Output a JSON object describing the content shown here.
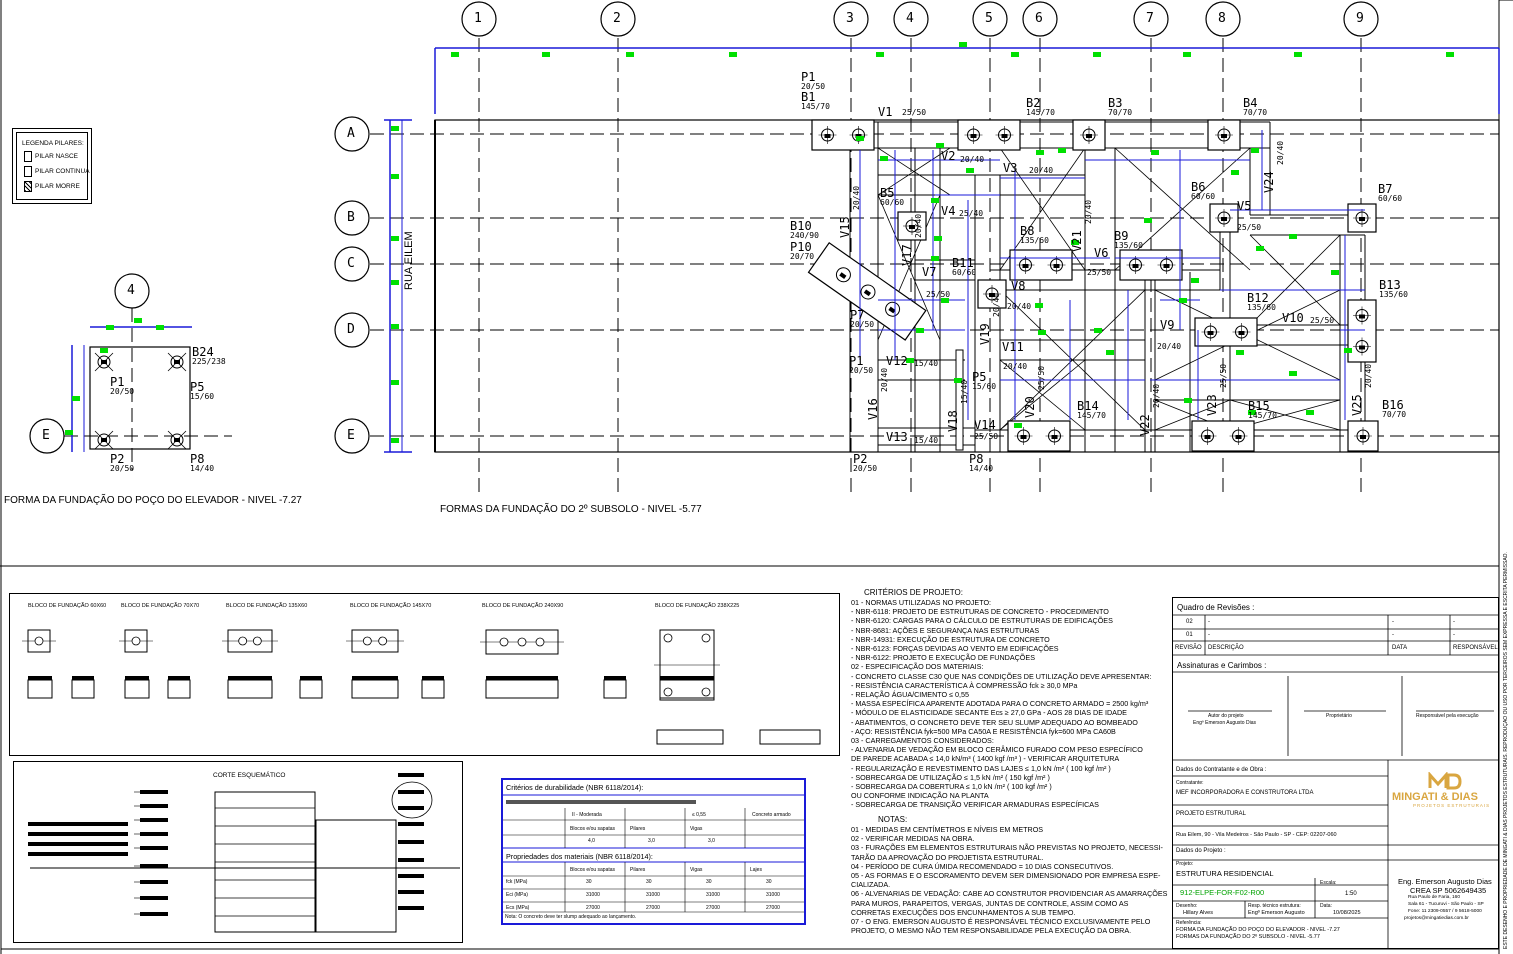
{
  "axes_columns": [
    "1",
    "2",
    "3",
    "4",
    "5",
    "6",
    "7",
    "8",
    "9"
  ],
  "axes_rows": [
    "A",
    "B",
    "C",
    "D",
    "E"
  ],
  "street_label": "RUA EILEM",
  "elevator": {
    "axis_col": "4",
    "axis_row": "E",
    "title": "FORMA DA FUNDAÇÃO DO POÇO DO ELEVADOR - NIVEL -7.27",
    "labels": [
      {
        "name": "B24",
        "size": "225/238"
      },
      {
        "name": "P1",
        "size": "20/50"
      },
      {
        "name": "P5",
        "size": "15/60"
      },
      {
        "name": "P2",
        "size": "20/50"
      },
      {
        "name": "P8",
        "size": "14/40"
      }
    ]
  },
  "legend": {
    "title": "LEGENDA PILARES:",
    "items": [
      "PILAR NASCE",
      "PILAR CONTINUA",
      "PILAR MORRE"
    ]
  },
  "main_plan": {
    "title": "FORMAS DA FUNDAÇÃO DO 2º SUBSOLO - NIVEL -5.77",
    "blocks": [
      {
        "name": "P1",
        "size": "20/50"
      },
      {
        "name": "B1",
        "size": "145/70"
      },
      {
        "name": "B2",
        "size": "145/70"
      },
      {
        "name": "B3",
        "size": "70/70"
      },
      {
        "name": "B4",
        "size": "70/70"
      },
      {
        "name": "B5",
        "size": "60/60"
      },
      {
        "name": "B6",
        "size": "60/60"
      },
      {
        "name": "B7",
        "size": "60/60"
      },
      {
        "name": "B8",
        "size": "135/60"
      },
      {
        "name": "B9",
        "size": "135/60"
      },
      {
        "name": "B10",
        "size": "240/90"
      },
      {
        "name": "P10",
        "size": "20/70"
      },
      {
        "name": "B11",
        "size": "60/60"
      },
      {
        "name": "B12",
        "size": "135/60"
      },
      {
        "name": "B13",
        "size": "135/60"
      },
      {
        "name": "P7",
        "size": "20/50"
      },
      {
        "name": "P1",
        "size": "20/50"
      },
      {
        "name": "P5",
        "size": "15/60"
      },
      {
        "name": "B14",
        "size": "145/70"
      },
      {
        "name": "B15",
        "size": "145/70"
      },
      {
        "name": "B16",
        "size": "70/70"
      },
      {
        "name": "P2",
        "size": "20/50"
      },
      {
        "name": "P8",
        "size": "14/40"
      }
    ],
    "beams": [
      {
        "name": "V1",
        "size": "25/50"
      },
      {
        "name": "V2",
        "size": "20/40"
      },
      {
        "name": "V3",
        "size": "20/40"
      },
      {
        "name": "V4",
        "size": "25/40"
      },
      {
        "name": "V5",
        "size": "25/50"
      },
      {
        "name": "V6",
        "size": "25/50"
      },
      {
        "name": "V7",
        "size": "25/50"
      },
      {
        "name": "V8",
        "size": "20/40"
      },
      {
        "name": "V9",
        "size": "20/40"
      },
      {
        "name": "V10",
        "size": "25/50"
      },
      {
        "name": "V11",
        "size": "20/40"
      },
      {
        "name": "V12",
        "size": "15/40"
      },
      {
        "name": "V13",
        "size": "15/40"
      },
      {
        "name": "V14",
        "size": "25/50"
      },
      {
        "name": "V15",
        "size": "20/40"
      },
      {
        "name": "V16",
        "size": "20/40"
      },
      {
        "name": "V17",
        "size": "20/40"
      },
      {
        "name": "V18",
        "size": "15/40"
      },
      {
        "name": "V19",
        "size": "20/40"
      },
      {
        "name": "V20",
        "size": "25/50"
      },
      {
        "name": "V21",
        "size": "20/40"
      },
      {
        "name": "V22",
        "size": "20/40"
      },
      {
        "name": "V23",
        "size": "25/50"
      },
      {
        "name": "V24",
        "size": "20/40"
      },
      {
        "name": "V25",
        "size": "20/40"
      }
    ]
  },
  "block_details": [
    "BLOCO DE FUNDAÇÃO 60X60",
    "BLOCO DE FUNDAÇÃO 70X70",
    "BLOCO DE FUNDAÇÃO 135X60",
    "BLOCO DE FUNDAÇÃO 145X70",
    "BLOCO DE FUNDAÇÃO 240X90",
    "BLOCO DE FUNDAÇÃO 238X225"
  ],
  "schematic_title": "CORTE ESQUEMÁTICO",
  "durability": {
    "title": "Critérios de durabilidade (NBR 6118/2014):",
    "class_row": [
      "II - Moderada",
      "",
      "≤ 0,55",
      "Concreto armado"
    ],
    "head1": [
      "Blocos e/ou sapatas",
      "Pilares",
      "Vigas",
      ""
    ],
    "row1": [
      "4,0",
      "3,0",
      "3,0",
      ""
    ],
    "mat_title": "Propriedades dos materiais (NBR 6118/2014):",
    "head2": [
      "Blocos e/ou sapatas",
      "Pilares",
      "Vigas",
      "Lajes"
    ],
    "rows": [
      [
        "fck (MPa)",
        "30",
        "30",
        "30",
        "30"
      ],
      [
        "Eci (MPa)",
        "31000",
        "31000",
        "31000",
        "31000"
      ],
      [
        "Ecs (MPa)",
        "27000",
        "27000",
        "27000",
        "27000"
      ]
    ],
    "note": "Nota: O concreto deve ter slump adequado ao lançamento."
  },
  "criteria": {
    "title": "CRITÉRIOS DE PROJETO:",
    "lines": [
      "01 - NORMAS UTILIZADAS NO PROJETO:",
      "   - NBR-6118: PROJETO DE ESTRUTURAS DE CONCRETO - PROCEDIMENTO",
      "   - NBR-6120: CARGAS PARA O CÁLCULO DE ESTRUTURAS DE EDIFICAÇÕES",
      "   - NBR-8681: AÇÕES E SEGURANÇA NAS ESTRUTURAS",
      "   - NBR-14931: EXECUÇÃO DE ESTRUTURA DE CONCRETO",
      "   - NBR-6123: FORÇAS DEVIDAS AO VENTO EM EDIFICAÇÕES",
      "   - NBR-6122: PROJETO E EXECUÇÃO DE FUNDAÇÕES",
      "02 - ESPECIFICAÇÃO DOS MATERIAIS:",
      "   - CONCRETO CLASSE C30 QUE NAS CONDIÇÕES DE UTILIZAÇÃO DEVE APRESENTAR:",
      "   - RESISTÊNCIA CARACTERÍSTICA À COMPRESSÃO fck ≥ 30,0 MPa",
      "   - RELAÇÃO ÁGUA/CIMENTO ≤ 0,55",
      "   - MASSA ESPECÍFICA APARENTE ADOTADA PARA O CONCRETO ARMADO = 2500 kg/m³",
      "   - MÓDULO DE ELASTICIDADE SECANTE  Ecs ≥ 27,0 GPa - AOS 28 DIAS DE IDADE",
      "   - ABATIMENTOS, O CONCRETO DEVE TER SEU SLUMP ADEQUADO AO  BOMBEADO",
      "   - AÇO: RESISTÊNCIA fyk=500 MPa CA50A E RESISTÊNCIA fyk=600 MPa CA60B",
      "03 - CARREGAMENTOS CONSIDERADOS:",
      "   - ALVENARIA DE VEDAÇÃO EM BLOCO CERÂMICO FURADO COM PESO ESPECÍFICO",
      "     DE PAREDE ACABADA  ≤ 14,0 kN/m³  ( 1400 kgf /m³ ) - VERIFICAR ARQUITETURA",
      "   - REGULARIZAÇÃO E REVESTIMENTO DAS LAJES  ≤  1,0 kN /m²  ( 100 kgf /m² )",
      "   - SOBRECARGA DE UTILIZAÇÃO  ≤  1,5 kN /m²  ( 150 kgf /m² )",
      "   - SOBRECARGA DA COBERTURA  ≤  1,0 kN /m²  ( 100 kgf /m² )",
      "     OU CONFORME INDICAÇÃO NA PLANTA",
      "   - SOBRECARGA DE TRANSIÇÃO VERIFICAR ARMADURAS ESPECÍFICAS"
    ],
    "notes_title": "NOTAS:",
    "notes": [
      "01 - MEDIDAS EM CENTÍMETROS E NÍVEIS EM METROS",
      "02 - VERIFICAR MEDIDAS NA OBRA.",
      "03 - FURAÇÕES EM ELEMENTOS ESTRUTURAIS NÃO PREVISTAS NO PROJETO, NECESSI-",
      "       TARÃO DA APROVAÇÃO DO PROJETISTA ESTRUTURAL.",
      "04 - PERÍODO DE CURA ÚMIDA RECOMENDADO = 10 DIAS CONSECUTIVOS.",
      "05 - AS FORMAS E O ESCORAMENTO DEVEM SER DIMENSIONADO POR EMPRESA ESPE-",
      "       CIALIZADA.",
      "06 - ALVENARIAS DE VEDAÇÃO: CABE AO CONSTRUTOR PROVIDENCIAR AS AMARRAÇÕES",
      "       PARA MUROS, PARAPEITOS, VERGAS, JUNTAS DE CONTROLE, ASSIM COMO AS",
      "       CORRETAS EXECUÇÕES DOS ENCUNHAMENTOS A SUB TEMPO.",
      "07 - O ENG. EMERSON AUGUSTO É RESPONSÁVEL TÉCNICO EXCLUSIVAMENTE PELO",
      "       PROJETO, O MESMO NÃO TEM RESPONSABILIDADE PELA EXECUÇÃO DA OBRA."
    ]
  },
  "titleblock": {
    "revisions_title": "Quadro de Revisões :",
    "rev_rows": [
      [
        "02",
        "-",
        "-",
        "-"
      ],
      [
        "01",
        "-",
        "-",
        "-"
      ]
    ],
    "rev_head": [
      "REVISÃO",
      "DESCRIÇÃO",
      "DATA",
      "RESPONSÁVEL"
    ],
    "stamps_title": "Assinaturas e Carimbos :",
    "sign1": "Autor do projeto",
    "sign1b": "Engº Emerson Augusto Dias",
    "sign2": "Proprietário",
    "sign3": "Responsável pela execução",
    "owner_title": "Dados do Contratante e de Obra :",
    "contractor_label": "Contratante:",
    "contractor": "MEF INCORPORADORA E CONSTRUTORA LTDA",
    "project_type": "PROJETO ESTRUTURAL",
    "address": "Rua Eilem, 90 - Vila Medeiros - São Paulo - SP - CEP: 02207-060",
    "project_data_title": "Dados do Projeto :",
    "project_label": "Projeto:",
    "project": "ESTRUTURA RESIDENCIAL",
    "code": "912-ELPE-FOR-F02-R00",
    "scale_label": "Escala:",
    "scale": "1:50",
    "drawn_label": "Desenho:",
    "drawn": "Hillary Alves",
    "resp_label": "Resp. técnico estrutura:",
    "resp": "Engº Emerson Augusto",
    "date_label": "Data:",
    "date": "10/08/2025",
    "ref_label": "Referência:",
    "ref1": "FORMA DA FUNDAÇÃO DO POÇO DO ELEVADOR - NIVEL -7.27",
    "ref2": "FORMAS DA FUNDAÇÃO DO 2º SUBSOLO - NIVEL -5.77",
    "brand": "MINGATI & DIAS",
    "brand_sub": "PROJETOS ESTRUTURAIS",
    "brand_color": "#d9a640",
    "engineer": "Eng. Emerson Augusto Dias",
    "crea": "CREA SP 5062649435",
    "contact": [
      "Rua Paulo de Faria, 160",
      "Sala 61 - Tucuruvi - São Paulo - SP",
      "Fone: 11 2309-0557 / 9 5618-5000",
      "projetos@mingatiedias.com.br"
    ]
  },
  "vertical_note": "ESTE DESENHO É PROPRIEDADE DE MINGATI & DIAS PROJETOS ESTRUTURAIS. REPRODUÇÃO OU USO POR TERCEIROS SEM EXPRESSA E ESCRITA PERMISSÃO.",
  "colors": {
    "dimension": "#1a1ad8",
    "marker": "#00e000",
    "ink": "#000000"
  }
}
